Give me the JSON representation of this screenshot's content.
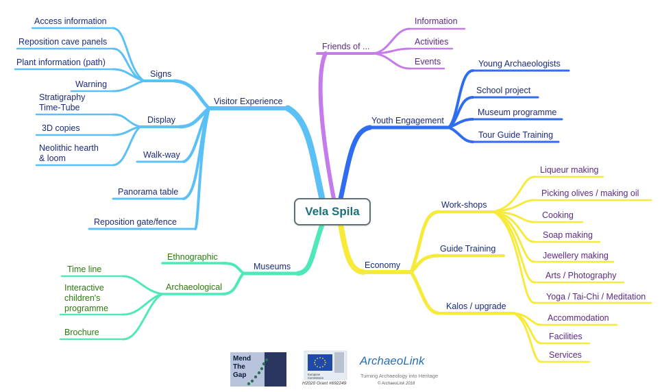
{
  "central": "Vela Spila",
  "colors": {
    "visitor": "#5bc0f5",
    "friends": "#c57be8",
    "youth": "#2f6df0",
    "economy": "#f6eb3a",
    "museums": "#4fe8b8",
    "text_dark": "#1b2a7a",
    "text_purple": "#5b2a86",
    "text_green": "#2c7a0c"
  },
  "branches": {
    "visitor": {
      "label": "Visitor Experience",
      "signs": {
        "label": "Signs",
        "items": [
          "Access information",
          "Reposition cave panels",
          "Plant information (path)",
          "Warning"
        ]
      },
      "display": {
        "label": "Display",
        "items": [
          "Stratigraphy",
          "Time-Tube",
          "3D copies",
          "Neolithic hearth",
          "& loom"
        ]
      },
      "walkway": "Walk-way",
      "panorama": "Panorama table",
      "gate": "Reposition gate/fence"
    },
    "friends": {
      "label": "Friends of ...",
      "items": [
        "Information",
        "Activities",
        "Events"
      ]
    },
    "youth": {
      "label": "Youth Engagement",
      "items": [
        "Young Archaeologists",
        "School project",
        "Museum programme",
        "Tour Guide Training"
      ]
    },
    "economy": {
      "label": "Economy",
      "workshops": {
        "label": "Work-shops",
        "items": [
          "Liqueur making",
          "Picking olives / making oil",
          "Cooking",
          "Soap making",
          "Jewellery making",
          "Arts / Photography",
          "Yoga / Tai-Chi / Meditation"
        ]
      },
      "guide": "Guide Training",
      "kalos": {
        "label": "Kalos / upgrade",
        "items": [
          "Accommodation",
          "Facilities",
          "Services"
        ]
      }
    },
    "museums": {
      "label": "Museums",
      "ethno": "Ethnographic",
      "arch": {
        "label": "Archaeological",
        "items": [
          "Time line",
          "Interactive",
          "children's",
          "programme",
          "Brochure"
        ]
      }
    }
  },
  "logos": {
    "mend": [
      "Mend",
      "The",
      "Gap"
    ],
    "eu_caption": "H2020 Grant #692249",
    "eu_small": [
      "European",
      "Commission"
    ],
    "archaeolink": {
      "name": "ArchaeoLink",
      "tagline": "Turning Archaeology into Heritage",
      "copyright": "© ArchaeoLink 2018"
    }
  }
}
